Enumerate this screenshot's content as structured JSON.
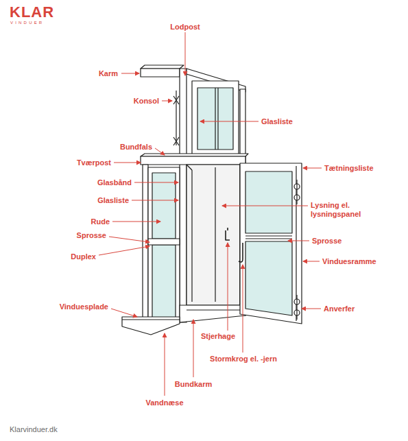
{
  "diagram": {
    "labels": [
      "KLAR",
      "VINDUER",
      "Lodpost",
      "Karm",
      "Konsol",
      "Glasliste",
      "Bundfals",
      "Tværpost",
      "Tætningsliste",
      "Glasbånd",
      "Glasliste",
      "Lysning el. lysningspanel",
      "Rude",
      "Sprosse",
      "Sprosse",
      "Duplex",
      "Vinduesramme",
      "Vinduesplade",
      "Anverfer",
      "Stjerhage",
      "Stormkrog el. -jern",
      "Bundkarm",
      "Vandnæse",
      "Klarvinduer.dk"
    ]
  }
}
